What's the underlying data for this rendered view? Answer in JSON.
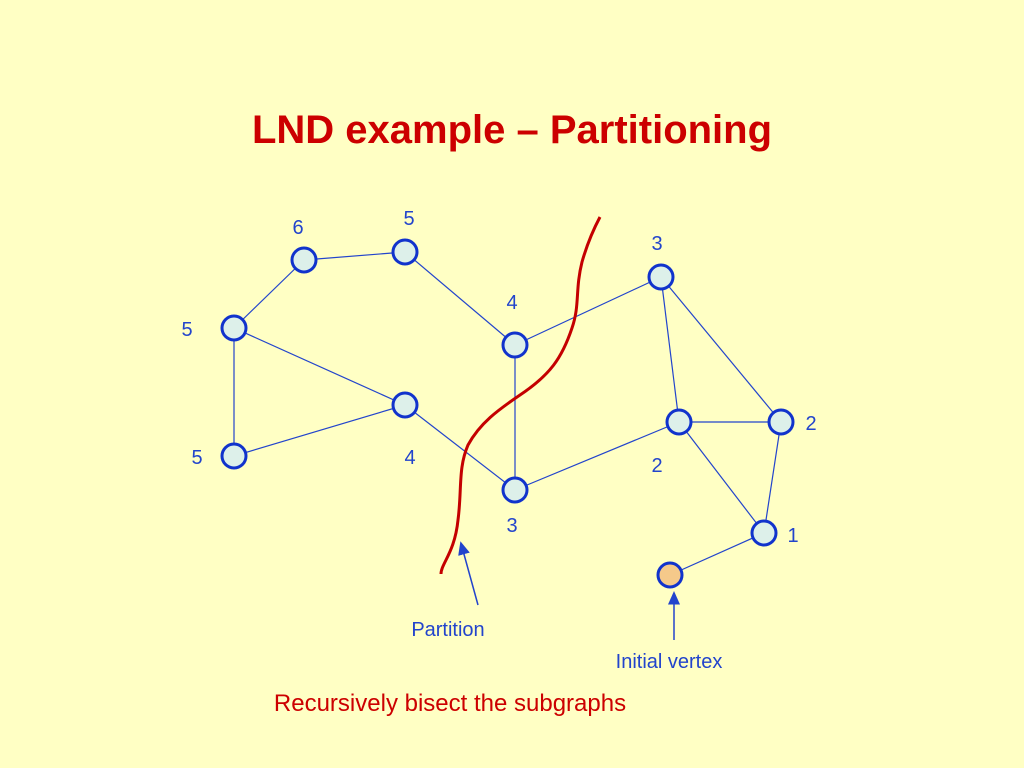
{
  "slide": {
    "title": "LND example – Partitioning",
    "caption": "Recursively bisect the subgraphs"
  },
  "colors": {
    "background": "#ffffc4",
    "title": "#cc0000",
    "edge": "#2244cc",
    "node_fill": "#ddf0ea",
    "node_stroke": "#1133cc",
    "initial_node_fill": "#f5c98a",
    "label": "#2244cc",
    "partition": "#c40000"
  },
  "graph": {
    "nodes": [
      {
        "id": "a",
        "level": "6"
      },
      {
        "id": "b",
        "level": "5"
      },
      {
        "id": "c",
        "level": "5"
      },
      {
        "id": "d",
        "level": "4"
      },
      {
        "id": "e",
        "level": "5"
      },
      {
        "id": "f",
        "level": "4"
      },
      {
        "id": "g",
        "level": "3"
      },
      {
        "id": "h",
        "level": "3"
      },
      {
        "id": "i",
        "level": "2"
      },
      {
        "id": "j",
        "level": "2"
      },
      {
        "id": "k",
        "level": "1"
      },
      {
        "id": "init",
        "level": "",
        "initial": true
      }
    ],
    "edges": [
      [
        "a",
        "b"
      ],
      [
        "a",
        "c"
      ],
      [
        "b",
        "d"
      ],
      [
        "c",
        "e"
      ],
      [
        "c",
        "f"
      ],
      [
        "e",
        "f"
      ],
      [
        "f",
        "g"
      ],
      [
        "d",
        "g"
      ],
      [
        "d",
        "h"
      ],
      [
        "h",
        "i"
      ],
      [
        "h",
        "j"
      ],
      [
        "i",
        "j"
      ],
      [
        "g",
        "i"
      ],
      [
        "i",
        "k"
      ],
      [
        "j",
        "k"
      ],
      [
        "k",
        "init"
      ]
    ]
  },
  "annotations": {
    "partition": "Partition",
    "initial_vertex": "Initial vertex"
  }
}
